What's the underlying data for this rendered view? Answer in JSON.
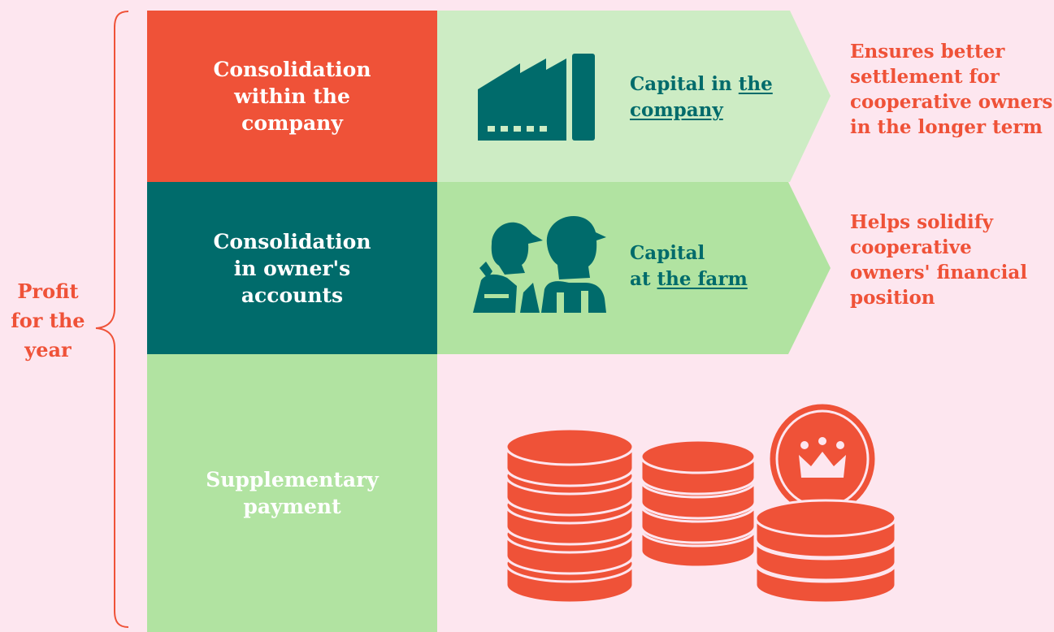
{
  "brace": {
    "label": "Profit\nfor the\nyear"
  },
  "rows": [
    {
      "title": "Consolidation\nwithin the\ncompany",
      "capital_prefix": "Capital in ",
      "capital_link_1": "the",
      "capital_link_2": "company",
      "benefit": "Ensures better\nsettlement for\ncooperative owners\nin the longer term",
      "icon": "factory-icon"
    },
    {
      "title": "Consolidation\nin owner's\naccounts",
      "capital_line1": "Capital",
      "capital_prefix": "at ",
      "capital_link": "the farm",
      "benefit": "Helps solidify\ncooperative\nowners' financial\nposition",
      "icon": "farmers-icon"
    },
    {
      "title": "Supplementary\npayment",
      "icon": "coins-icon"
    }
  ],
  "colors": {
    "background": "#fde6ef",
    "coral": "#ef5238",
    "teal": "#006b6b",
    "light_green": "#cdecc4",
    "mid_green": "#b1e3a1"
  }
}
